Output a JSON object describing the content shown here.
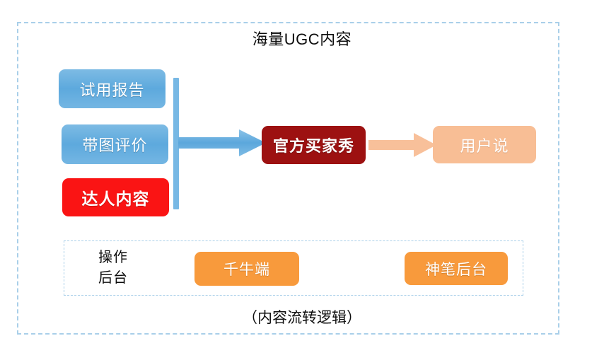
{
  "diagram": {
    "title": "海量UGC内容",
    "caption": "（内容流转逻辑）",
    "sources": [
      {
        "id": "trial",
        "label": "试用报告",
        "color": "#5da9dd"
      },
      {
        "id": "review",
        "label": "带图评价",
        "color": "#5da9dd"
      },
      {
        "id": "expert",
        "label": "达人内容",
        "color": "#fa1414"
      }
    ],
    "flow": [
      {
        "id": "official",
        "label": "官方买家秀",
        "color": "#9d1111"
      },
      {
        "id": "user",
        "label": "用户说",
        "color": "#f8be95"
      }
    ],
    "connectors": [
      {
        "id": "spine",
        "kind": "vertical-bar",
        "color": "#77b8e4"
      },
      {
        "id": "arrow-blue",
        "kind": "arrow",
        "color": "#74b6e3"
      },
      {
        "id": "arrow-peach",
        "kind": "arrow",
        "color": "#f8c09a"
      }
    ],
    "backoffice": {
      "label_line1": "操作",
      "label_line2": "后台",
      "items": [
        {
          "id": "qianniu",
          "label": "千牛端",
          "color": "#f89a3c"
        },
        {
          "id": "shenbi",
          "label": "神笔后台",
          "color": "#f89a3c"
        }
      ]
    },
    "frame_border_color": "#a9cfe9"
  }
}
